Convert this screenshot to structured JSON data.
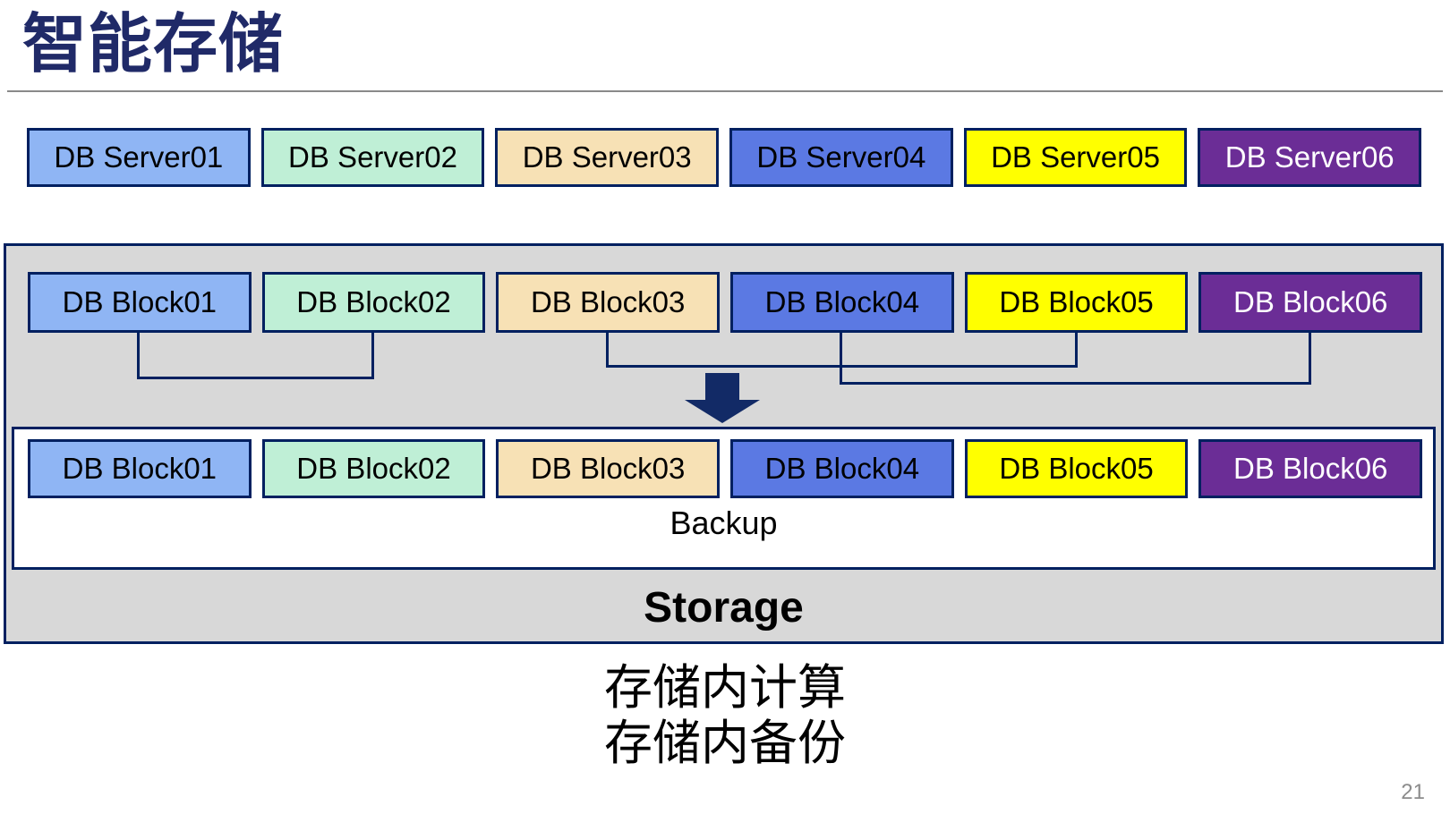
{
  "title": "智能存储",
  "page_number": "21",
  "caption": {
    "line1": "存储内计算",
    "line2": "存储内备份"
  },
  "servers": [
    {
      "label": "DB Server01",
      "bg": "#8FB5F4",
      "fg": "#000000"
    },
    {
      "label": "DB Server02",
      "bg": "#BFEFD6",
      "fg": "#000000"
    },
    {
      "label": "DB Server03",
      "bg": "#F7E1B5",
      "fg": "#000000"
    },
    {
      "label": "DB Server04",
      "bg": "#5B79E3",
      "fg": "#000000"
    },
    {
      "label": "DB Server05",
      "bg": "#FFFF00",
      "fg": "#000000"
    },
    {
      "label": "DB Server06",
      "bg": "#6B2D96",
      "fg": "#FFFFFF"
    }
  ],
  "storage": {
    "label": "Storage",
    "backup_label": "Backup",
    "blocks_top": [
      {
        "label": "DB Block01",
        "bg": "#8FB5F4",
        "fg": "#000000"
      },
      {
        "label": "DB Block02",
        "bg": "#BFEFD6",
        "fg": "#000000"
      },
      {
        "label": "DB Block03",
        "bg": "#F7E1B5",
        "fg": "#000000"
      },
      {
        "label": "DB Block04",
        "bg": "#5B79E3",
        "fg": "#000000"
      },
      {
        "label": "DB Block05",
        "bg": "#FFFF00",
        "fg": "#000000"
      },
      {
        "label": "DB Block06",
        "bg": "#6B2D96",
        "fg": "#FFFFFF"
      }
    ],
    "blocks_bottom": [
      {
        "label": "DB Block01",
        "bg": "#8FB5F4",
        "fg": "#000000"
      },
      {
        "label": "DB Block02",
        "bg": "#BFEFD6",
        "fg": "#000000"
      },
      {
        "label": "DB Block03",
        "bg": "#F7E1B5",
        "fg": "#000000"
      },
      {
        "label": "DB Block04",
        "bg": "#5B79E3",
        "fg": "#000000"
      },
      {
        "label": "DB Block05",
        "bg": "#FFFF00",
        "fg": "#000000"
      },
      {
        "label": "DB Block06",
        "bg": "#6B2D96",
        "fg": "#FFFFFF"
      }
    ]
  },
  "colors": {
    "title": "#202A68",
    "border_navy": "#002060",
    "container_bg": "#D8D8D8",
    "arrow": "#122A66",
    "rule_gray": "#8A8A8A",
    "page_number_gray": "#8C8C8C"
  }
}
